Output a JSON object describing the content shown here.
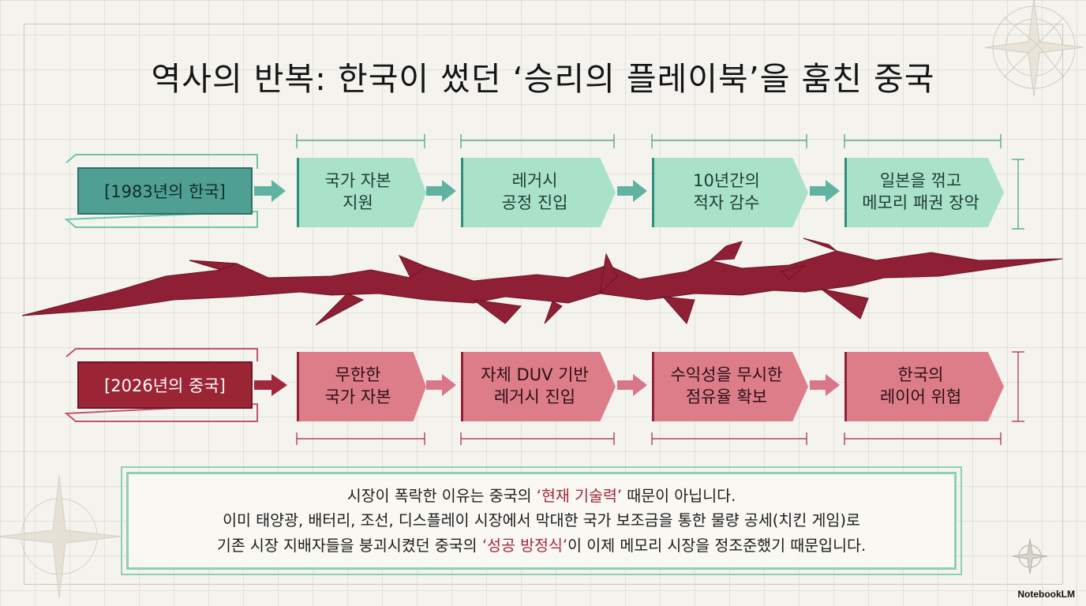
{
  "title": "역사의 반복: 한국이 썼던 ‘승리의 플레이북’을 훔친 중국",
  "korea": {
    "label": "[1983년의 한국]",
    "steps": [
      "국가 자본\n지원",
      "레거시\n공정 진입",
      "10년간의\n적자 감수",
      "일본을 꺾고\n메모리 패권 장악"
    ]
  },
  "china": {
    "label": "[2026년의 중국]",
    "steps": [
      "무한한\n국가 자본",
      "자체 DUV 기반\n레거시 진입",
      "수익성을 무시한\n점유율 확보",
      "한국의\n레이어 위협"
    ]
  },
  "note": {
    "line1_pre": "시장이 폭락한 이유는 중국의 ",
    "line1_hl": "‘현재 기술력’",
    "line1_post": " 때문이 아닙니다.",
    "line2": "이미 태양광, 배터리, 조선, 디스플레이 시장에서 막대한 국가 보조금을 통한 물량 공세(치킨 게임)로",
    "line3_pre": "기존 시장 지배자들을 붕괴시켰던 중국의 ",
    "line3_hl": "‘성공 방정식’",
    "line3_post": "이 이제 메모리 시장을 정조준했기 때문입니다."
  },
  "brand": "NotebookLM",
  "colors": {
    "korea_fill": "#a9e1c9",
    "korea_dark": "#2f8f7b",
    "china_fill": "#dd7d8a",
    "china_dark": "#9b2435",
    "crack": "#8f1f35"
  }
}
